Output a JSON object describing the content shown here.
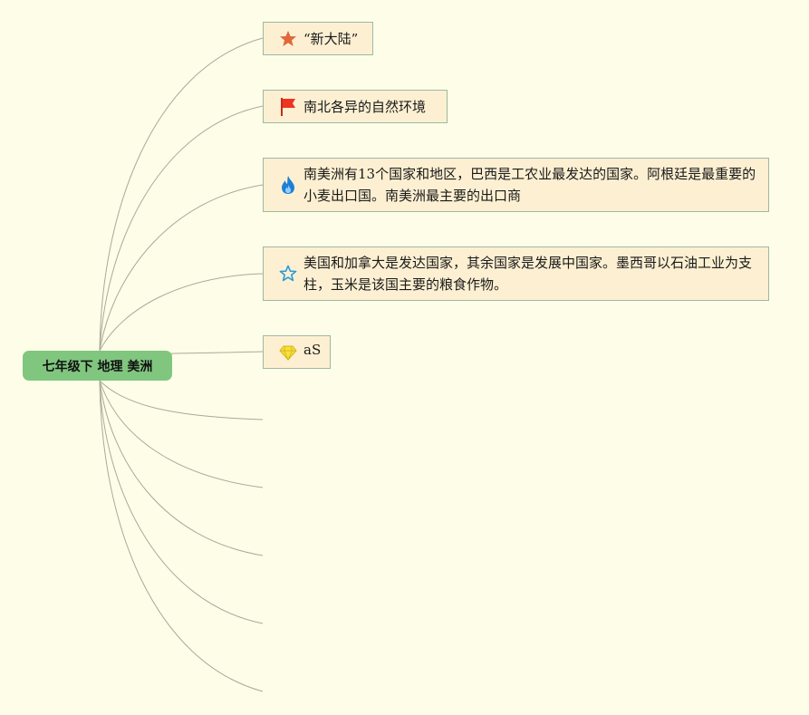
{
  "root": {
    "label": "七年级下 地理 美洲"
  },
  "colors": {
    "background": "#fefee8",
    "root_fill": "#80c67f",
    "node_fill": "#fdf0d2",
    "node_border": "#9fb7a4",
    "link": "#a9a99a"
  },
  "topics": [
    {
      "icon": "star-solid-icon",
      "text": "“新大陆”"
    },
    {
      "icon": "red-flag-icon",
      "text": "南北各异的自然环境"
    },
    {
      "icon": "flame-icon",
      "text": "南美洲有13个国家和地区，巴西是工农业最发达的国家。阿根廷是最重要的小麦出口国。南美洲最主要的出口商"
    },
    {
      "icon": "star-outline-icon",
      "text": "美国和加拿大是发达国家，其余国家是发展中国家。墨西哥以石油工业为支柱，玉米是该国主要的粮食作物。"
    },
    {
      "icon": "diamond-icon",
      "text": "aS"
    }
  ],
  "empty_branches": 5
}
